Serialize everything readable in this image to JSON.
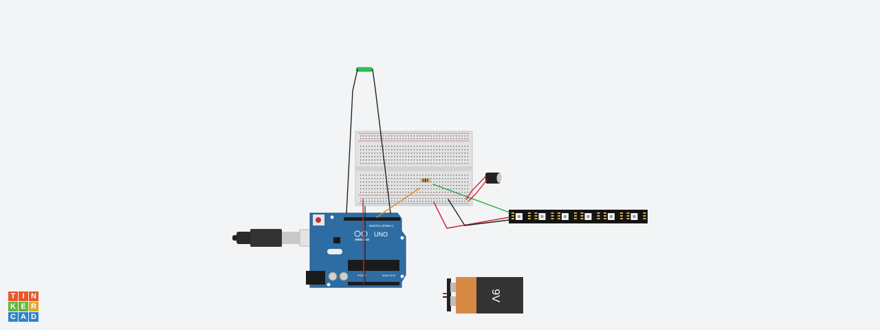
{
  "app": {
    "name": "Tinkercad",
    "logo_letters": [
      "T",
      "I",
      "N",
      "K",
      "E",
      "R",
      "C",
      "A",
      "D"
    ],
    "logo_colors": [
      "#e8562a",
      "#e8562a",
      "#e8562a",
      "#64b43c",
      "#64b43c",
      "#e0a81e",
      "#2d84c8",
      "#2d84c8",
      "#2d84c8"
    ]
  },
  "components": {
    "arduino": {
      "model_label": "UNO",
      "brand_label": "ARDUINO",
      "digital_label": "DIGITAL (PWM~)",
      "power_label": "POWER",
      "analog_label": "ANALOG IN"
    },
    "battery": {
      "label": "9V"
    },
    "led_strip": {
      "pixel_count": 6
    }
  },
  "colors": {
    "background": "#f2f4f6",
    "arduino_board": "#2d6da3",
    "wire_black": "#222222",
    "wire_red": "#d0202a",
    "wire_green": "#2aa63a",
    "wire_orange": "#e68a1a",
    "battery_copper": "#d88a45",
    "battery_body": "#333333"
  }
}
